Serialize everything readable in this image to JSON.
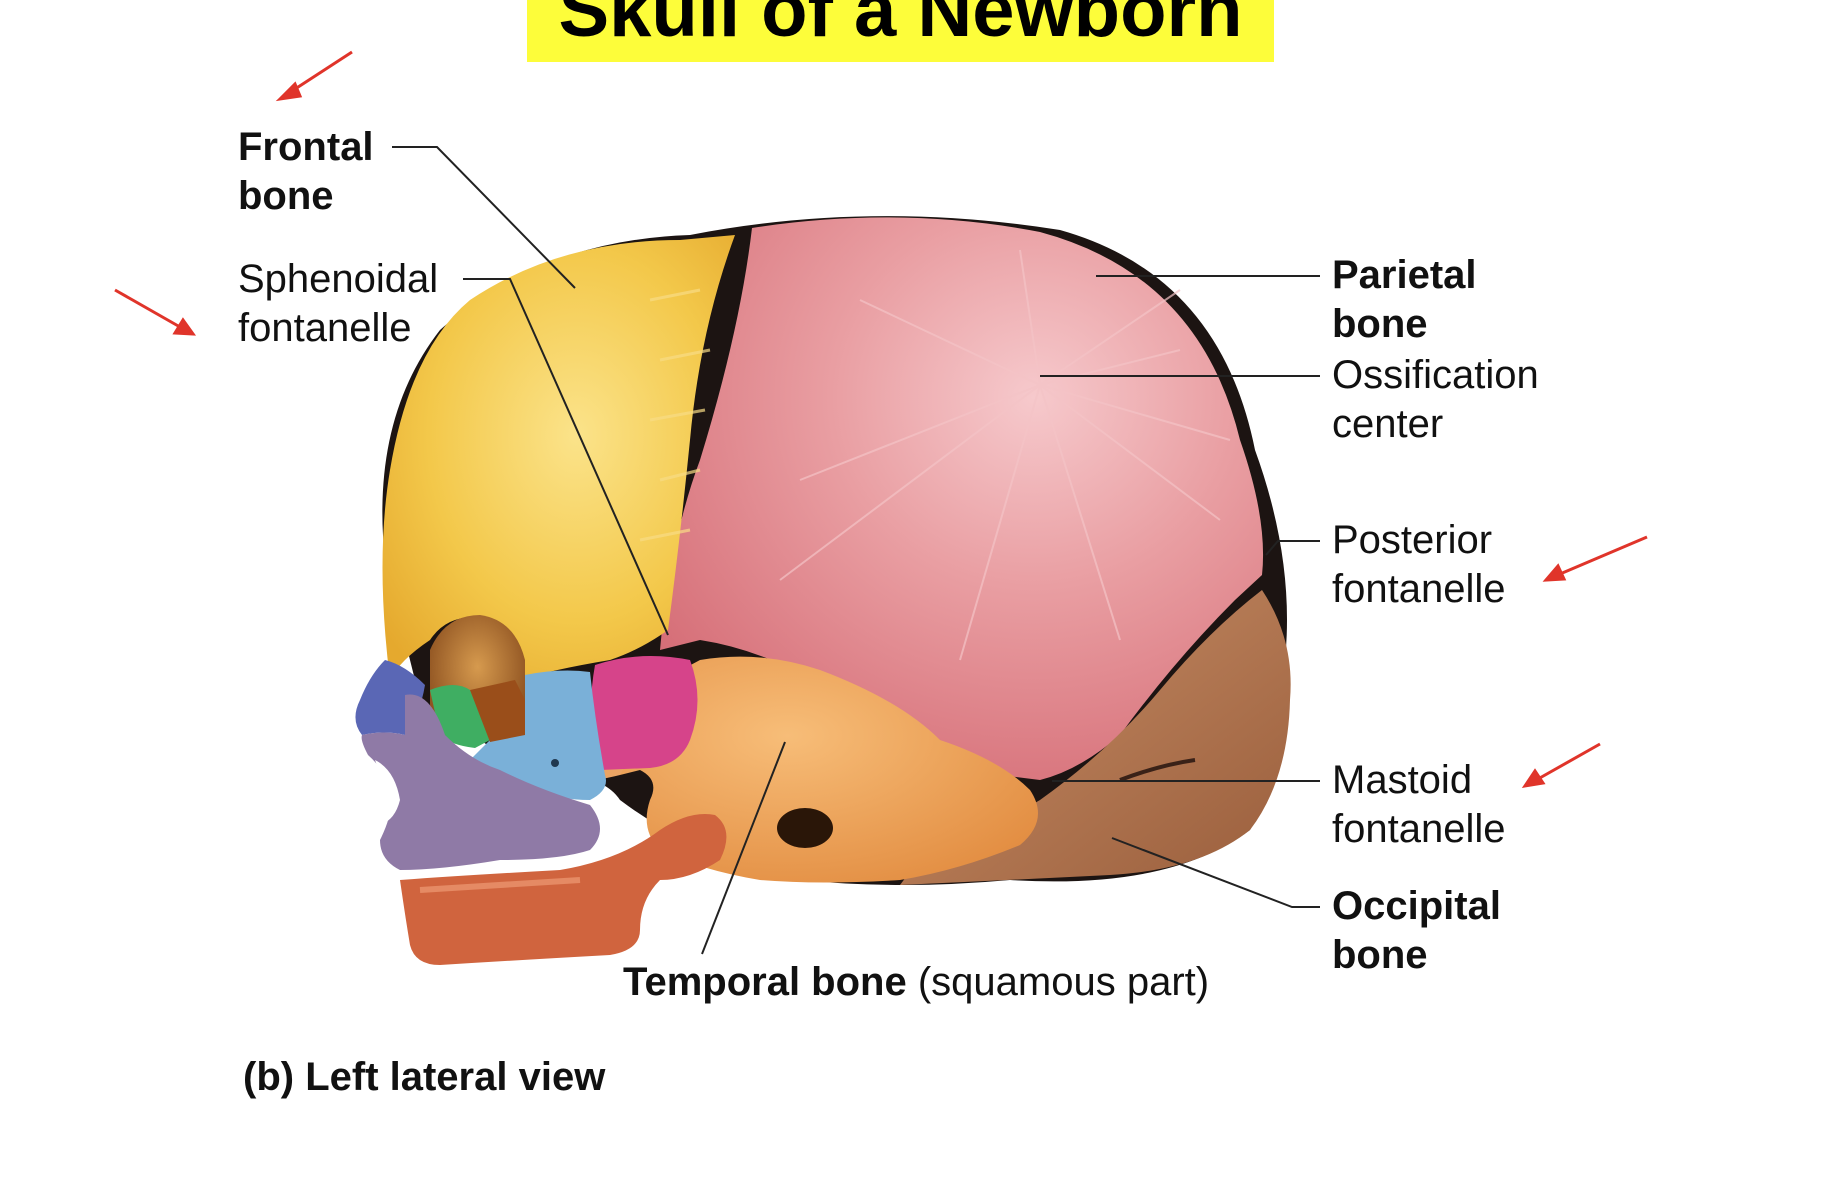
{
  "title": "Skull of a Newborn",
  "labels": {
    "frontal_bone": [
      "Frontal",
      "bone"
    ],
    "sphenoidal_fontanelle": [
      "Sphenoidal",
      "fontanelle"
    ],
    "parietal_bone": [
      "Parietal",
      "bone"
    ],
    "ossification_center": [
      "Ossification",
      "center"
    ],
    "posterior_fontanelle": [
      "Posterior",
      "fontanelle"
    ],
    "mastoid_fontanelle": [
      "Mastoid",
      "fontanelle"
    ],
    "occipital_bone": [
      "Occipital",
      "bone"
    ],
    "temporal_bone_bold": "Temporal bone",
    "temporal_bone_rest": " (squamous part)"
  },
  "caption": "(b) Left lateral view",
  "colors": {
    "title_highlight": "#fdfd3a",
    "arrow": "#e0342a",
    "frontal": "#f2c84a",
    "parietal": "#e58f93",
    "temporal": "#eb9e58",
    "occipital": "#b7805a",
    "sphenoid": "#d6448a",
    "zygomatic": "#7ab0d8",
    "maxilla": "#8f7aa6",
    "nasal": "#5a67b5",
    "mandible": "#d0643e"
  }
}
